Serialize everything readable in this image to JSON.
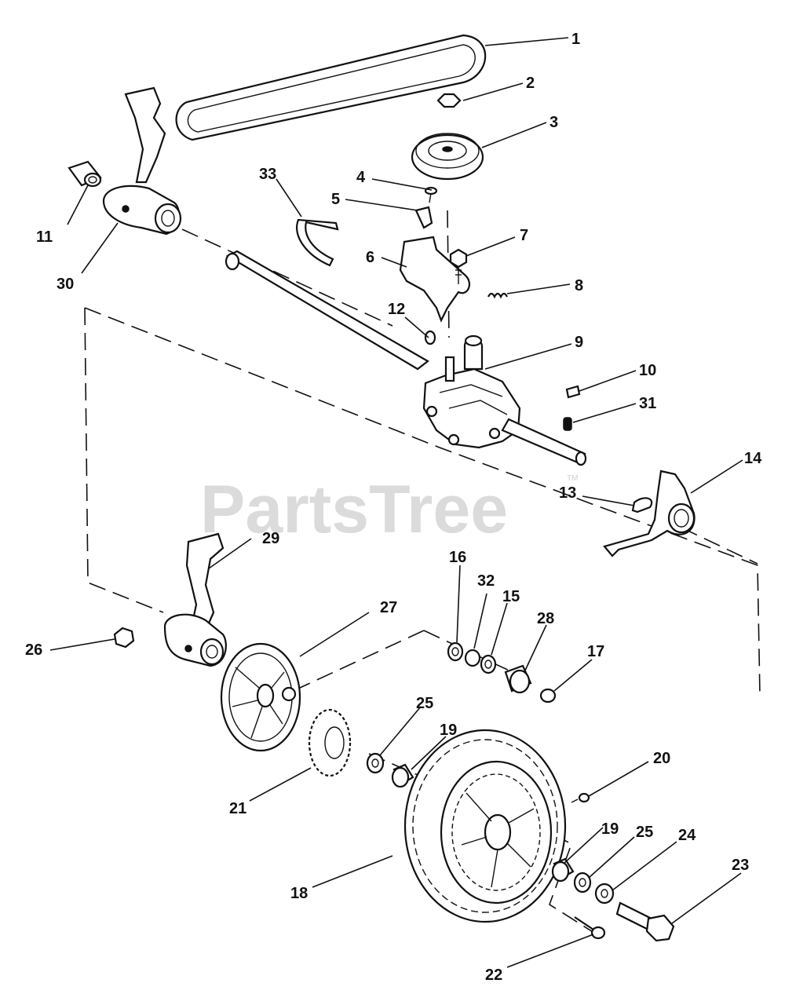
{
  "watermark": {
    "text": "PartsTree",
    "trademark": "TM"
  },
  "callouts": [
    {
      "id": "1",
      "label": "1"
    },
    {
      "id": "2",
      "label": "2"
    },
    {
      "id": "3",
      "label": "3"
    },
    {
      "id": "4",
      "label": "4"
    },
    {
      "id": "5",
      "label": "5"
    },
    {
      "id": "6",
      "label": "6"
    },
    {
      "id": "7",
      "label": "7"
    },
    {
      "id": "8",
      "label": "8"
    },
    {
      "id": "9",
      "label": "9"
    },
    {
      "id": "10",
      "label": "10"
    },
    {
      "id": "11",
      "label": "11"
    },
    {
      "id": "12",
      "label": "12"
    },
    {
      "id": "13",
      "label": "13"
    },
    {
      "id": "14",
      "label": "14"
    },
    {
      "id": "15",
      "label": "15"
    },
    {
      "id": "16",
      "label": "16"
    },
    {
      "id": "17",
      "label": "17"
    },
    {
      "id": "18",
      "label": "18"
    },
    {
      "id": "19a",
      "label": "19"
    },
    {
      "id": "19b",
      "label": "19"
    },
    {
      "id": "20",
      "label": "20"
    },
    {
      "id": "21",
      "label": "21"
    },
    {
      "id": "22",
      "label": "22"
    },
    {
      "id": "23",
      "label": "23"
    },
    {
      "id": "24",
      "label": "24"
    },
    {
      "id": "25a",
      "label": "25"
    },
    {
      "id": "25b",
      "label": "25"
    },
    {
      "id": "26",
      "label": "26"
    },
    {
      "id": "27",
      "label": "27"
    },
    {
      "id": "28",
      "label": "28"
    },
    {
      "id": "29",
      "label": "29"
    },
    {
      "id": "30",
      "label": "30"
    },
    {
      "id": "31",
      "label": "31"
    },
    {
      "id": "32",
      "label": "32"
    },
    {
      "id": "33",
      "label": "33"
    }
  ]
}
